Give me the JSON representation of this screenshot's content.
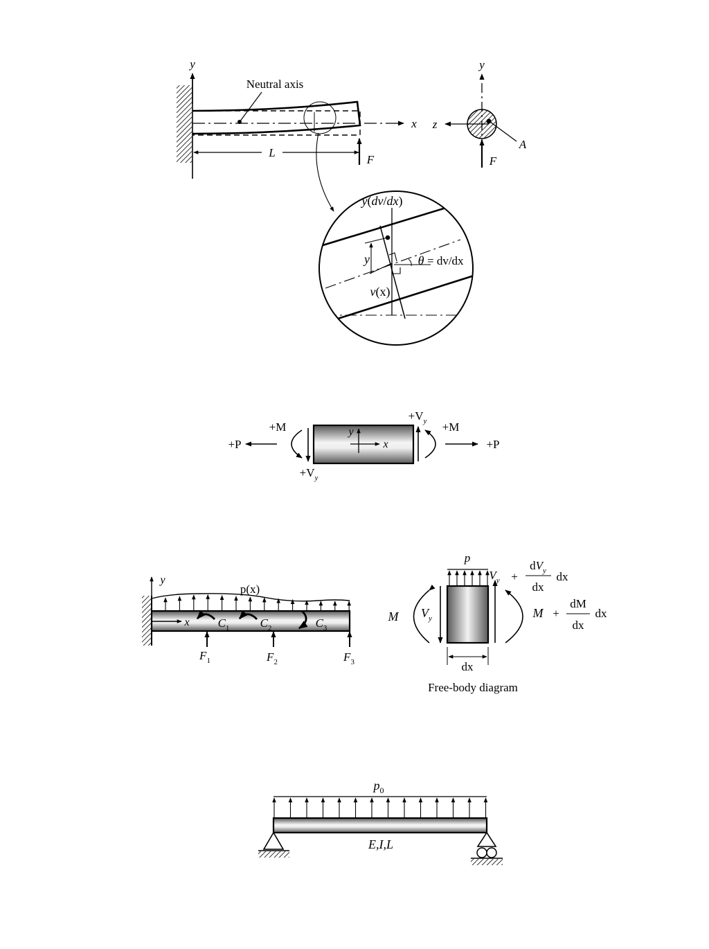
{
  "fig1": {
    "y_axis": "y",
    "x_axis": "x",
    "neutral_axis_label": "Neutral axis",
    "length_label": "L",
    "force_label": "F",
    "cross_section": {
      "y_axis": "y",
      "z_axis": "z",
      "point_label": "A",
      "force_label": "F"
    },
    "detail": {
      "slope_label_y": "y",
      "slope_label_open": "(",
      "slope_label_d1": "d",
      "slope_label_v": "v",
      "slope_label_slash": "/",
      "slope_label_d2": "d",
      "slope_label_x": "x",
      "slope_label_close": ")",
      "y_label": "y",
      "theta": "θ",
      "theta_eq": "= dv/dx",
      "v_label_v": "v",
      "v_label_x": "(x)"
    }
  },
  "fig2": {
    "plus_M_left": "+M",
    "plus_M_right": "+M",
    "plus_P_left": "+P",
    "plus_P_right": "+P",
    "plus_V_top": "+V",
    "plus_V_bottom": "+V",
    "v_subscript": "y",
    "local_y": "y",
    "local_x": "x"
  },
  "fig3": {
    "y_axis": "y",
    "x_axis": "x",
    "load_label": "p(x)",
    "couples": [
      {
        "main": "C",
        "sub": "1"
      },
      {
        "main": "C",
        "sub": "2"
      },
      {
        "main": "C",
        "sub": "3"
      }
    ],
    "forces": [
      {
        "main": "F",
        "sub": "1"
      },
      {
        "main": "F",
        "sub": "2"
      },
      {
        "main": "F",
        "sub": "3"
      }
    ]
  },
  "fbd": {
    "p_label": "p",
    "M_left": "M",
    "V_left": "V",
    "V_sub": "y",
    "V_right": "V",
    "plus": "+",
    "dVy_num_d": "d",
    "dVy_num_V": "V",
    "dVy_num_sub": "y",
    "dVy_den": "dx",
    "dx_tail": "dx",
    "M_right": "M",
    "dM_num": "dM",
    "dM_den": "dx",
    "dx_bottom": "dx",
    "caption": "Free-body diagram"
  },
  "fig5": {
    "load_label": "p",
    "load_sub": "0",
    "props_label": "E,I,L"
  }
}
